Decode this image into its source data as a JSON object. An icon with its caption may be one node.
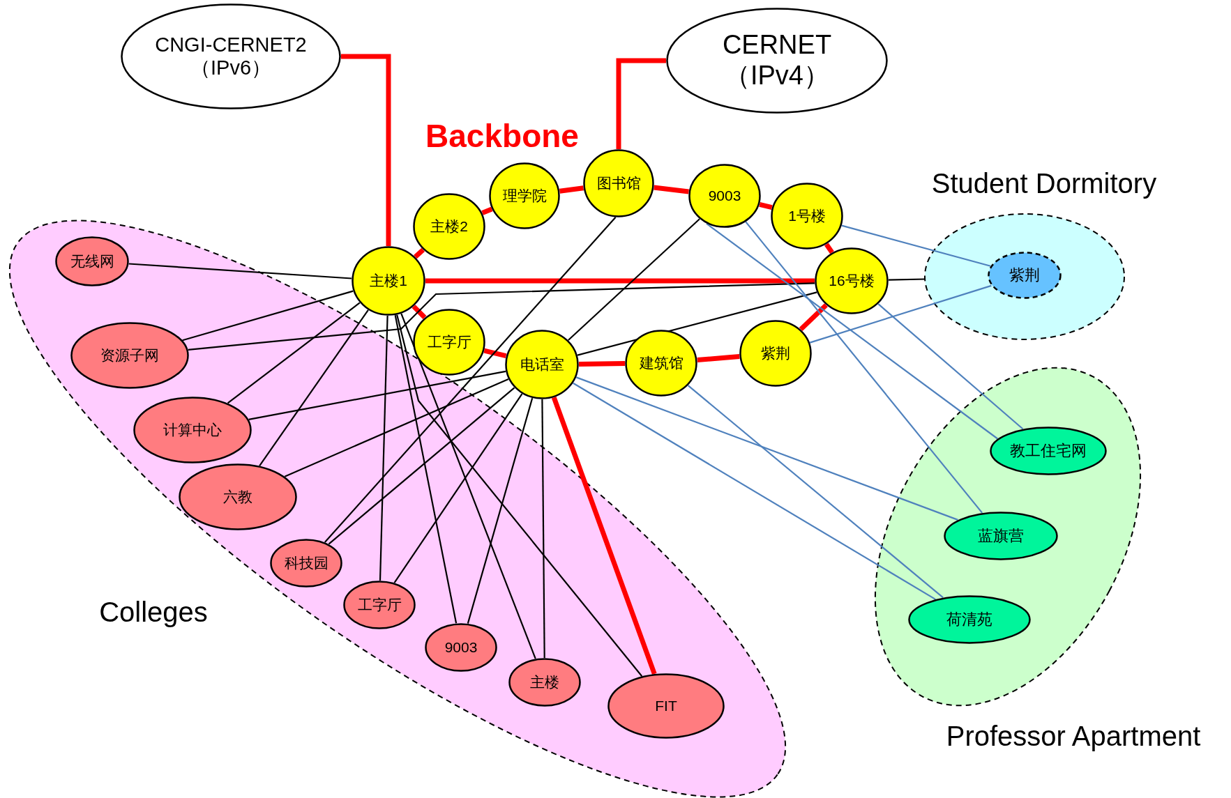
{
  "diagram": {
    "nodes": [
      {
        "text": [
          "CNGI-CERNET2 （IPv6）"
        ]
      },
      {
        "text": [
          "CERNET （IPv4）"
        ]
      },
      {
        "text": [
          "主楼1"
        ]
      },
      {
        "text": [
          "主楼2"
        ]
      },
      {
        "text": [
          "理学院"
        ]
      },
      {
        "text": [
          "图书馆"
        ]
      },
      {
        "text": [
          "9003"
        ]
      },
      {
        "text": [
          "1号楼"
        ]
      },
      {
        "text": [
          "16号楼"
        ]
      },
      {
        "text": [
          "紫荆"
        ]
      },
      {
        "text": [
          "建筑馆"
        ]
      },
      {
        "text": [
          "电话室"
        ]
      },
      {
        "text": [
          "工字厅"
        ]
      },
      {
        "text": [
          "Student Dormitory"
        ]
      },
      {
        "text": [
          "紫荆"
        ],
        "in": 13
      },
      {
        "text": [
          "Colleges"
        ]
      },
      {
        "text": [
          "无线网"
        ],
        "in": 15
      },
      {
        "text": [
          "资源子网"
        ],
        "in": 15
      },
      {
        "text": [
          "计算中心"
        ],
        "in": 15
      },
      {
        "text": [
          "六教"
        ],
        "in": 15
      },
      {
        "text": [
          "科技园"
        ],
        "in": 15
      },
      {
        "text": [
          "工字厅"
        ],
        "in": 15
      },
      {
        "text": [
          "9003"
        ],
        "in": 15
      },
      {
        "text": [
          "主楼"
        ],
        "in": 15
      },
      {
        "text": [
          "FIT"
        ],
        "in": 15
      },
      {
        "text": [
          "Professor Apartment"
        ]
      },
      {
        "text": [
          "教工住宅网"
        ],
        "in": 25
      },
      {
        "text": [
          "蓝旗营"
        ],
        "in": 25
      },
      {
        "text": [
          "荷清苑"
        ],
        "in": 25
      }
    ],
    "edges": [
      {
        "from": 0,
        "to": 2,
        "arrow": "none",
        "style": "thick",
        "color": "#ff0000"
      },
      {
        "from": 1,
        "to": 5,
        "arrow": "none",
        "style": "thick",
        "color": "#ff0000"
      },
      {
        "from": 2,
        "to": 3,
        "arrow": "none",
        "style": "thick",
        "color": "#ff0000"
      },
      {
        "from": 3,
        "to": 4,
        "arrow": "none",
        "style": "thick",
        "color": "#ff0000"
      },
      {
        "from": 4,
        "to": 5,
        "arrow": "none",
        "style": "thick",
        "color": "#ff0000"
      },
      {
        "from": 5,
        "to": 6,
        "arrow": "none",
        "style": "thick",
        "color": "#ff0000"
      },
      {
        "from": 6,
        "to": 7,
        "arrow": "none",
        "style": "thick",
        "color": "#ff0000"
      },
      {
        "from": 7,
        "to": 8,
        "arrow": "none",
        "style": "thick",
        "color": "#ff0000"
      },
      {
        "from": 8,
        "to": 9,
        "arrow": "none",
        "style": "thick",
        "color": "#ff0000"
      },
      {
        "from": 9,
        "to": 10,
        "arrow": "none",
        "style": "thick",
        "color": "#ff0000"
      },
      {
        "from": 10,
        "to": 11,
        "arrow": "none",
        "style": "thick",
        "color": "#ff0000"
      },
      {
        "from": 11,
        "to": 12,
        "arrow": "none",
        "style": "thick",
        "color": "#ff0000"
      },
      {
        "from": 12,
        "to": 2,
        "arrow": "none",
        "style": "thick",
        "color": "#ff0000"
      },
      {
        "from": 2,
        "to": 8,
        "arrow": "none",
        "style": "thick",
        "color": "#ff0000"
      },
      {
        "from": 11,
        "to": 24,
        "arrow": "none",
        "style": "thick",
        "color": "#ff0000"
      },
      {
        "from": 2,
        "to": 16,
        "arrow": "none"
      },
      {
        "from": 2,
        "to": 17,
        "arrow": "none"
      },
      {
        "from": 2,
        "to": 18,
        "arrow": "none"
      },
      {
        "from": 2,
        "to": 19,
        "arrow": "none"
      },
      {
        "from": 2,
        "to": 21,
        "arrow": "none"
      },
      {
        "from": 2,
        "to": 22,
        "arrow": "none"
      },
      {
        "from": 2,
        "to": 23,
        "arrow": "none"
      },
      {
        "from": 2,
        "to": 24,
        "arrow": "none"
      },
      {
        "from": 11,
        "to": 18,
        "arrow": "none"
      },
      {
        "from": 11,
        "to": 19,
        "arrow": "none"
      },
      {
        "from": 11,
        "to": 20,
        "arrow": "none"
      },
      {
        "from": 11,
        "to": 21,
        "arrow": "none"
      },
      {
        "from": 11,
        "to": 22,
        "arrow": "none"
      },
      {
        "from": 11,
        "to": 23,
        "arrow": "none"
      },
      {
        "from": 5,
        "to": 20,
        "arrow": "none"
      },
      {
        "from": 6,
        "to": 11,
        "arrow": "none"
      },
      {
        "from": 8,
        "to": 17,
        "arrow": "none"
      },
      {
        "from": 8,
        "to": 11,
        "arrow": "none"
      },
      {
        "from": 8,
        "to": 13,
        "arrow": "none"
      },
      {
        "from": 7,
        "to": 14,
        "arrow": "none",
        "color": "#4f81bd"
      },
      {
        "from": 9,
        "to": 14,
        "arrow": "none",
        "color": "#4f81bd"
      },
      {
        "from": 6,
        "to": 26,
        "arrow": "none",
        "color": "#4f81bd"
      },
      {
        "from": 6,
        "to": 27,
        "arrow": "none",
        "color": "#4f81bd"
      },
      {
        "from": 8,
        "to": 26,
        "arrow": "none",
        "color": "#4f81bd"
      },
      {
        "from": 11,
        "to": 27,
        "arrow": "none",
        "color": "#4f81bd"
      },
      {
        "from": 11,
        "to": 28,
        "arrow": "none",
        "color": "#4f81bd"
      },
      {
        "from": 10,
        "to": 28,
        "arrow": "none",
        "color": "#4f81bd"
      }
    ],
    "labels": [
      "Backbone"
    ]
  }
}
